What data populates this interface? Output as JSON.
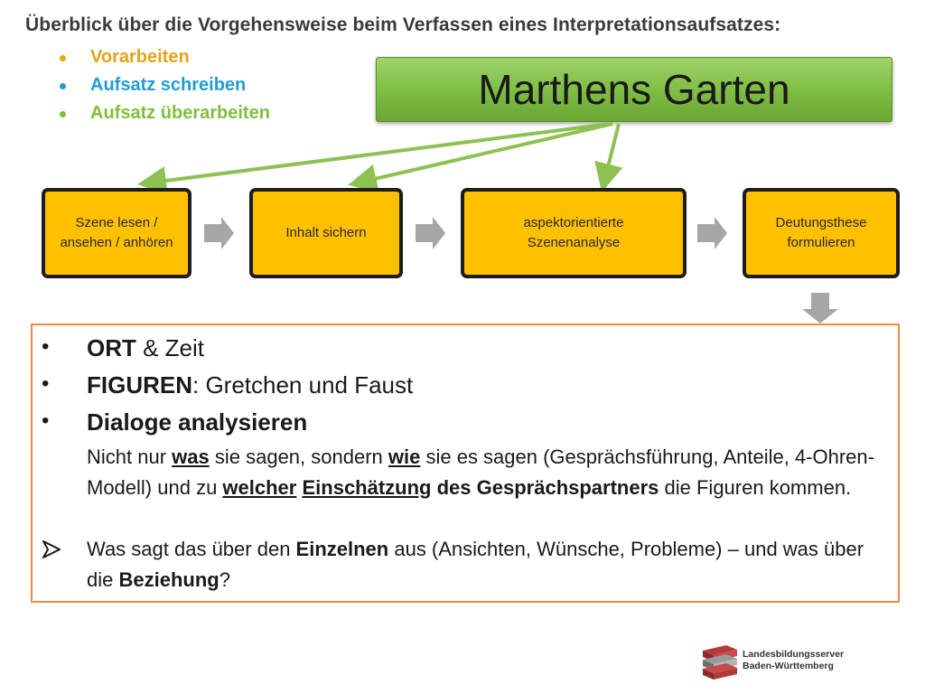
{
  "header": {
    "title": "Überblick über die Vorgehensweise beim Verfassen eines Interpretationsaufsatzes:",
    "overview": [
      "Vorarbeiten",
      "Aufsatz schreiben",
      "Aufsatz überarbeiten"
    ]
  },
  "title_box": "Marthens Garten",
  "steps": [
    "Szene lesen / ansehen / anhören",
    "Inhalt sichern",
    "aspektorientierte Szenenanalyse",
    "Deutungsthese formulieren"
  ],
  "content": {
    "b1_bold": "ORT",
    "b1_rest": " & Zeit",
    "b2_bold": "FIGUREN",
    "b2_rest": ": Gretchen und Faust",
    "b3_bold": "Dialoge analysieren",
    "p1": "Nicht nur ",
    "p1_was": "was",
    "p2": " sie sagen, sondern ",
    "p2_wie": "wie",
    "p3": " sie es sagen  (Gesprächsführung, Anteile, 4-Ohren-Modell) und zu ",
    "p3_welcher": "welcher",
    "p4_einsch": "Einschätzung",
    "p4_des": " des Gesprächspartners",
    "p5": " die Figuren kommen.",
    "q1": "Was sagt das über den ",
    "q1_b": "Einzelnen",
    "q2": " aus (Ansichten, Wünsche, Probleme) – und was über die ",
    "q2_b": "Beziehung",
    "q3": "?"
  },
  "logo": {
    "line1": "Landesbildungsserver",
    "line2": "Baden-Württemberg"
  },
  "colors": {
    "step_fill": "#ffc000",
    "title_box_green": "#80bf45",
    "content_border": "#f08a3c",
    "arrow_green": "#8dc152",
    "flow_arrow_gray": "#a6a6a6"
  }
}
